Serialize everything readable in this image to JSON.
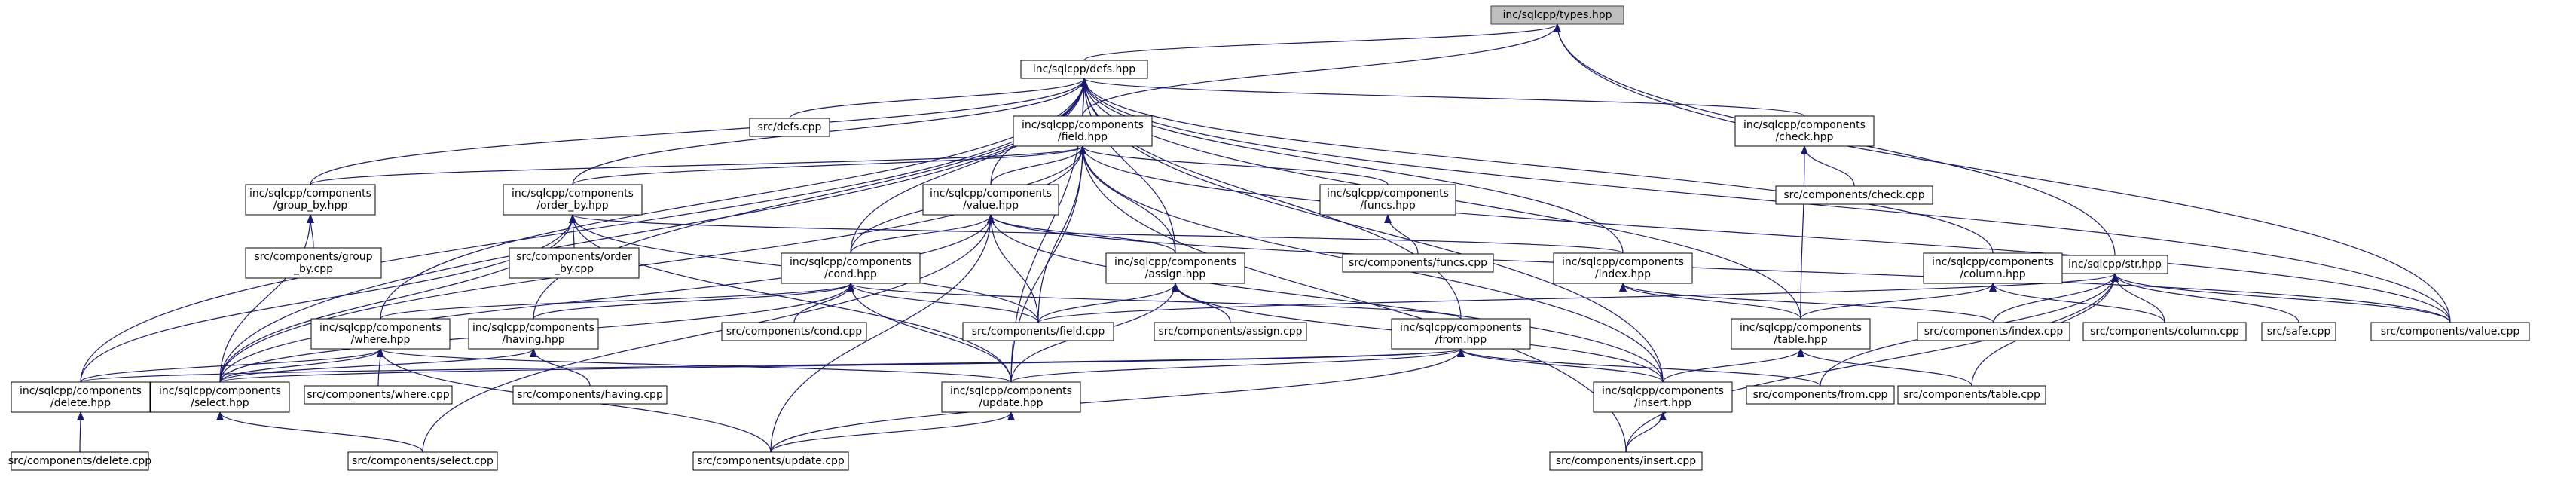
{
  "graph": {
    "edge_color": "#191970",
    "root_fill": "#bfbfbf",
    "nodes": [
      {
        "id": "types_hpp",
        "lines": [
          "inc/sqlcpp/types.hpp"
        ],
        "root": true
      },
      {
        "id": "defs_hpp",
        "lines": [
          "inc/sqlcpp/defs.hpp"
        ]
      },
      {
        "id": "defs_cpp",
        "lines": [
          "src/defs.cpp"
        ]
      },
      {
        "id": "field_hpp",
        "lines": [
          "inc/sqlcpp/components",
          "/field.hpp"
        ]
      },
      {
        "id": "check_hpp",
        "lines": [
          "inc/sqlcpp/components",
          "/check.hpp"
        ]
      },
      {
        "id": "check_cpp",
        "lines": [
          "src/components/check.cpp"
        ]
      },
      {
        "id": "group_by_hpp",
        "lines": [
          "inc/sqlcpp/components",
          "/group_by.hpp"
        ]
      },
      {
        "id": "order_by_hpp",
        "lines": [
          "inc/sqlcpp/components",
          "/order_by.hpp"
        ]
      },
      {
        "id": "value_hpp",
        "lines": [
          "inc/sqlcpp/components",
          "/value.hpp"
        ]
      },
      {
        "id": "funcs_hpp",
        "lines": [
          "inc/sqlcpp/components",
          "/funcs.hpp"
        ]
      },
      {
        "id": "group_by_cpp",
        "lines": [
          "src/components/group",
          "_by.cpp"
        ]
      },
      {
        "id": "order_by_cpp",
        "lines": [
          "src/components/order",
          "_by.cpp"
        ]
      },
      {
        "id": "funcs_cpp",
        "lines": [
          "src/components/funcs.cpp"
        ]
      },
      {
        "id": "cond_hpp",
        "lines": [
          "inc/sqlcpp/components",
          "/cond.hpp"
        ]
      },
      {
        "id": "assign_hpp",
        "lines": [
          "inc/sqlcpp/components",
          "/assign.hpp"
        ]
      },
      {
        "id": "index_hpp",
        "lines": [
          "inc/sqlcpp/components",
          "/index.hpp"
        ]
      },
      {
        "id": "column_hpp",
        "lines": [
          "inc/sqlcpp/components",
          "/column.hpp"
        ]
      },
      {
        "id": "str_hpp",
        "lines": [
          "inc/sqlcpp/str.hpp"
        ]
      },
      {
        "id": "where_hpp",
        "lines": [
          "inc/sqlcpp/components",
          "/where.hpp"
        ]
      },
      {
        "id": "having_hpp",
        "lines": [
          "inc/sqlcpp/components",
          "/having.hpp"
        ]
      },
      {
        "id": "cond_cpp",
        "lines": [
          "src/components/cond.cpp"
        ]
      },
      {
        "id": "field_cpp",
        "lines": [
          "src/components/field.cpp"
        ]
      },
      {
        "id": "assign_cpp",
        "lines": [
          "src/components/assign.cpp"
        ]
      },
      {
        "id": "from_hpp",
        "lines": [
          "inc/sqlcpp/components",
          "/from.hpp"
        ]
      },
      {
        "id": "table_hpp",
        "lines": [
          "inc/sqlcpp/components",
          "/table.hpp"
        ]
      },
      {
        "id": "index_cpp",
        "lines": [
          "src/components/index.cpp"
        ]
      },
      {
        "id": "column_cpp",
        "lines": [
          "src/components/column.cpp"
        ]
      },
      {
        "id": "safe_cpp",
        "lines": [
          "src/safe.cpp"
        ]
      },
      {
        "id": "value_cpp",
        "lines": [
          "src/components/value.cpp"
        ]
      },
      {
        "id": "delete_hpp",
        "lines": [
          "inc/sqlcpp/components",
          "/delete.hpp"
        ]
      },
      {
        "id": "select_hpp",
        "lines": [
          "inc/sqlcpp/components",
          "/select.hpp"
        ]
      },
      {
        "id": "where_cpp",
        "lines": [
          "src/components/where.cpp"
        ]
      },
      {
        "id": "having_cpp",
        "lines": [
          "src/components/having.cpp"
        ]
      },
      {
        "id": "update_hpp",
        "lines": [
          "inc/sqlcpp/components",
          "/update.hpp"
        ]
      },
      {
        "id": "insert_hpp",
        "lines": [
          "inc/sqlcpp/components",
          "/insert.hpp"
        ]
      },
      {
        "id": "from_cpp",
        "lines": [
          "src/components/from.cpp"
        ]
      },
      {
        "id": "table_cpp",
        "lines": [
          "src/components/table.cpp"
        ]
      },
      {
        "id": "delete_cpp",
        "lines": [
          "src/components/delete.cpp"
        ]
      },
      {
        "id": "select_cpp",
        "lines": [
          "src/components/select.cpp"
        ]
      },
      {
        "id": "update_cpp",
        "lines": [
          "src/components/update.cpp"
        ]
      },
      {
        "id": "insert_cpp",
        "lines": [
          "src/components/insert.cpp"
        ]
      }
    ],
    "edges": [
      [
        "types_hpp",
        "defs_hpp"
      ],
      [
        "types_hpp",
        "field_hpp"
      ],
      [
        "types_hpp",
        "str_hpp"
      ],
      [
        "types_hpp",
        "value_cpp"
      ],
      [
        "defs_hpp",
        "defs_cpp"
      ],
      [
        "defs_hpp",
        "field_hpp"
      ],
      [
        "defs_hpp",
        "check_hpp"
      ],
      [
        "defs_hpp",
        "group_by_hpp"
      ],
      [
        "defs_hpp",
        "order_by_hpp"
      ],
      [
        "defs_hpp",
        "value_hpp"
      ],
      [
        "defs_hpp",
        "cond_hpp"
      ],
      [
        "defs_hpp",
        "assign_hpp"
      ],
      [
        "defs_hpp",
        "index_hpp"
      ],
      [
        "defs_hpp",
        "column_hpp"
      ],
      [
        "defs_hpp",
        "where_hpp"
      ],
      [
        "defs_hpp",
        "having_hpp"
      ],
      [
        "defs_hpp",
        "from_hpp"
      ],
      [
        "defs_hpp",
        "table_hpp"
      ],
      [
        "defs_hpp",
        "delete_hpp"
      ],
      [
        "defs_hpp",
        "select_hpp"
      ],
      [
        "defs_hpp",
        "update_hpp"
      ],
      [
        "defs_hpp",
        "insert_hpp"
      ],
      [
        "defs_hpp",
        "value_cpp"
      ],
      [
        "field_hpp",
        "group_by_hpp"
      ],
      [
        "field_hpp",
        "order_by_hpp"
      ],
      [
        "field_hpp",
        "value_hpp"
      ],
      [
        "field_hpp",
        "funcs_hpp"
      ],
      [
        "field_hpp",
        "cond_hpp"
      ],
      [
        "field_hpp",
        "assign_hpp"
      ],
      [
        "field_hpp",
        "field_cpp"
      ],
      [
        "field_hpp",
        "select_hpp"
      ],
      [
        "field_hpp",
        "update_hpp"
      ],
      [
        "field_hpp",
        "insert_hpp"
      ],
      [
        "field_hpp",
        "value_cpp"
      ],
      [
        "field_hpp",
        "insert_cpp"
      ],
      [
        "check_hpp",
        "check_cpp"
      ],
      [
        "check_hpp",
        "table_hpp"
      ],
      [
        "group_by_hpp",
        "group_by_cpp"
      ],
      [
        "group_by_hpp",
        "select_hpp"
      ],
      [
        "order_by_hpp",
        "order_by_cpp"
      ],
      [
        "order_by_hpp",
        "select_hpp"
      ],
      [
        "order_by_hpp",
        "delete_hpp"
      ],
      [
        "order_by_hpp",
        "update_hpp"
      ],
      [
        "order_by_hpp",
        "index_hpp"
      ],
      [
        "order_by_hpp",
        "field_cpp"
      ],
      [
        "value_hpp",
        "cond_hpp"
      ],
      [
        "value_hpp",
        "assign_hpp"
      ],
      [
        "value_hpp",
        "field_cpp"
      ],
      [
        "value_hpp",
        "value_cpp"
      ],
      [
        "value_hpp",
        "select_hpp"
      ],
      [
        "value_hpp",
        "select_cpp"
      ],
      [
        "value_hpp",
        "insert_hpp"
      ],
      [
        "value_hpp",
        "update_cpp"
      ],
      [
        "funcs_hpp",
        "funcs_cpp"
      ],
      [
        "cond_hpp",
        "where_hpp"
      ],
      [
        "cond_hpp",
        "having_hpp"
      ],
      [
        "cond_hpp",
        "cond_cpp"
      ],
      [
        "cond_hpp",
        "field_cpp"
      ],
      [
        "cond_hpp",
        "from_hpp"
      ],
      [
        "cond_hpp",
        "update_hpp"
      ],
      [
        "cond_hpp",
        "select_hpp"
      ],
      [
        "assign_hpp",
        "assign_cpp"
      ],
      [
        "assign_hpp",
        "field_cpp"
      ],
      [
        "assign_hpp",
        "update_hpp"
      ],
      [
        "assign_hpp",
        "insert_hpp"
      ],
      [
        "index_hpp",
        "table_hpp"
      ],
      [
        "index_hpp",
        "index_cpp"
      ],
      [
        "column_hpp",
        "table_hpp"
      ],
      [
        "column_hpp",
        "column_cpp"
      ],
      [
        "str_hpp",
        "field_cpp"
      ],
      [
        "str_hpp",
        "index_cpp"
      ],
      [
        "str_hpp",
        "column_cpp"
      ],
      [
        "str_hpp",
        "safe_cpp"
      ],
      [
        "str_hpp",
        "value_cpp"
      ],
      [
        "str_hpp",
        "table_cpp"
      ],
      [
        "str_hpp",
        "from_cpp"
      ],
      [
        "str_hpp",
        "insert_cpp"
      ],
      [
        "where_hpp",
        "delete_hpp"
      ],
      [
        "where_hpp",
        "select_hpp"
      ],
      [
        "where_hpp",
        "where_cpp"
      ],
      [
        "where_hpp",
        "update_hpp"
      ],
      [
        "where_hpp",
        "update_cpp"
      ],
      [
        "having_hpp",
        "having_cpp"
      ],
      [
        "having_hpp",
        "select_hpp"
      ],
      [
        "from_hpp",
        "delete_hpp"
      ],
      [
        "from_hpp",
        "select_hpp"
      ],
      [
        "from_hpp",
        "update_hpp"
      ],
      [
        "from_hpp",
        "insert_hpp"
      ],
      [
        "from_hpp",
        "from_cpp"
      ],
      [
        "from_hpp",
        "update_cpp"
      ],
      [
        "table_hpp",
        "insert_hpp"
      ],
      [
        "table_hpp",
        "table_cpp"
      ],
      [
        "delete_hpp",
        "delete_cpp"
      ],
      [
        "select_hpp",
        "select_cpp"
      ],
      [
        "update_hpp",
        "update_cpp"
      ],
      [
        "insert_hpp",
        "insert_cpp"
      ]
    ]
  }
}
